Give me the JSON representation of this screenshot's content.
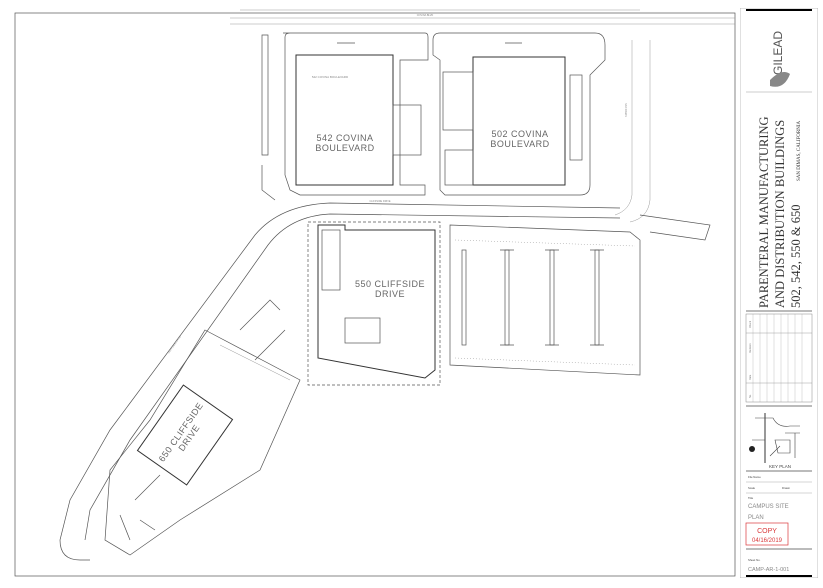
{
  "drawing": {
    "streets": {
      "north": "COVINA BLVD",
      "south": "CLIFFSIDE DRIVE",
      "diagonal": "CLIFFSIDE DRIVE",
      "east": "SAN DIMAS"
    },
    "buildings": [
      {
        "id": "542",
        "label_line1": "542  COVINA",
        "label_line2": "BOULEVARD",
        "small_label": "542 COVINA BOULEVARD"
      },
      {
        "id": "502",
        "label_line1": "502  COVINA",
        "label_line2": "BOULEVARD"
      },
      {
        "id": "550",
        "label_line1": "550  CLIFFSIDE",
        "label_line2": "DRIVE"
      },
      {
        "id": "650",
        "label_line1": "650  CLIFFSIDE",
        "label_line2": "DRIVE"
      }
    ]
  },
  "title_block": {
    "brand": "GILEAD",
    "project_line1": "PARENTERAL  MANUFACTURING",
    "project_line2": "AND  DISTRIBUTION  BUILDINGS",
    "project_line3": "502,  542,  550  &  650",
    "location": "SAN DIMAS, CALIFORNIA",
    "revision_headers": [
      "No.",
      "Date",
      "Revision",
      "Check"
    ],
    "key_plan_label": "KEY PLAN",
    "file_name_label": "File Name",
    "scale_label": "Scale",
    "drawn_label": "Drawn",
    "title_label": "Title",
    "title_line1": "CAMPUS SITE",
    "title_line2": "PLAN",
    "stamp_line1": "COPY",
    "stamp_line2": "04/16/2019",
    "sheet_no_label": "Sheet No.",
    "sheet_no": "CAMP-AR-1-001",
    "colors": {
      "stamp": "#d9383a",
      "linework": "#555555"
    }
  }
}
